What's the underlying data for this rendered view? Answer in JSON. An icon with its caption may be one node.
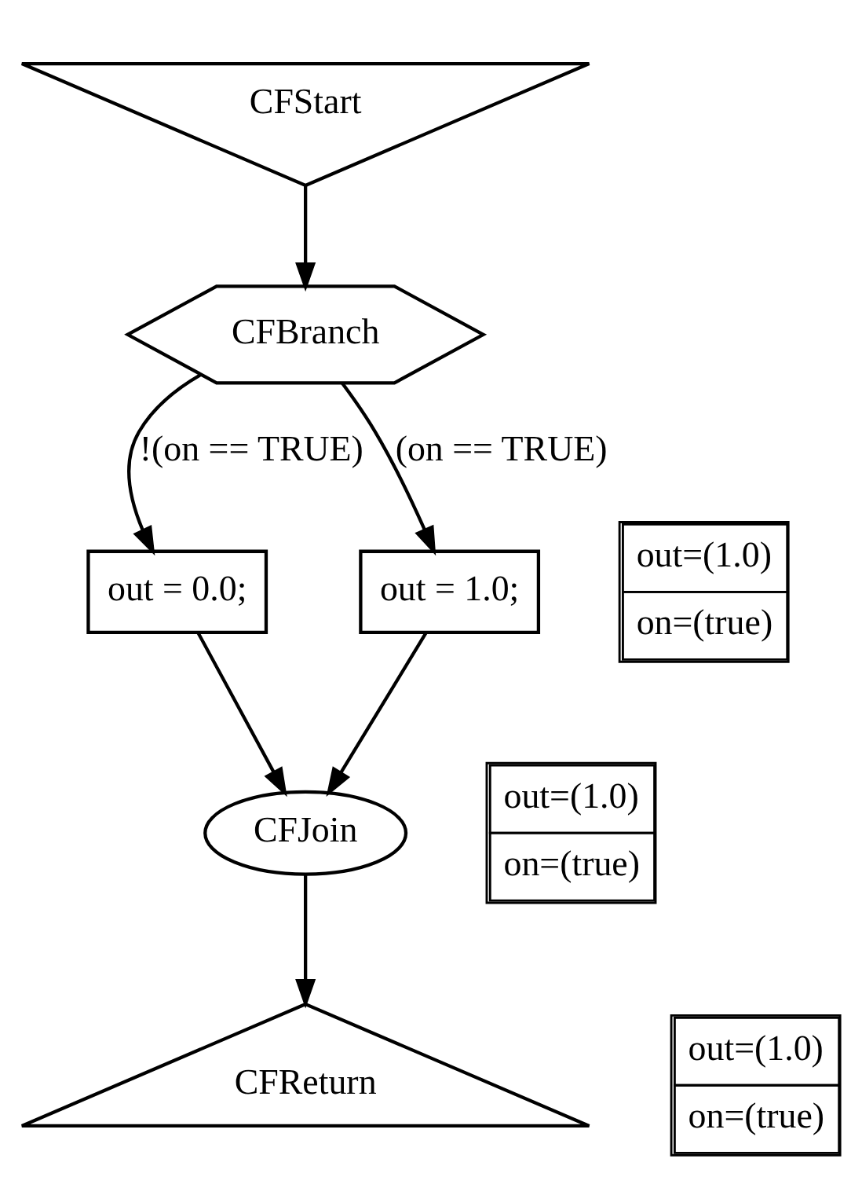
{
  "diagram": {
    "nodes": [
      {
        "text": [
          "CFStart"
        ]
      },
      {
        "text": [
          "CFBranch"
        ]
      },
      {
        "text": [
          "out = 0.0;"
        ]
      },
      {
        "text": [
          "out = 1.0;"
        ]
      },
      {
        "text": [
          "out=(1.0)",
          "on=(true)"
        ]
      },
      {
        "text": [
          "CFJoin"
        ]
      },
      {
        "text": [
          "out=(1.0)",
          "on=(true)"
        ]
      },
      {
        "text": [
          "CFReturn"
        ]
      },
      {
        "text": [
          "out=(1.0)",
          "on=(true)"
        ]
      }
    ],
    "edges": [
      {
        "from": 0,
        "to": 1,
        "arrow": "to"
      },
      {
        "from": 1,
        "to": 2,
        "arrow": "to",
        "label": "!(on == TRUE)"
      },
      {
        "from": 1,
        "to": 3,
        "arrow": "to",
        "label": "(on == TRUE)"
      },
      {
        "from": 2,
        "to": 5,
        "arrow": "to"
      },
      {
        "from": 3,
        "to": 5,
        "arrow": "to"
      },
      {
        "from": 5,
        "to": 7,
        "arrow": "to"
      }
    ]
  }
}
